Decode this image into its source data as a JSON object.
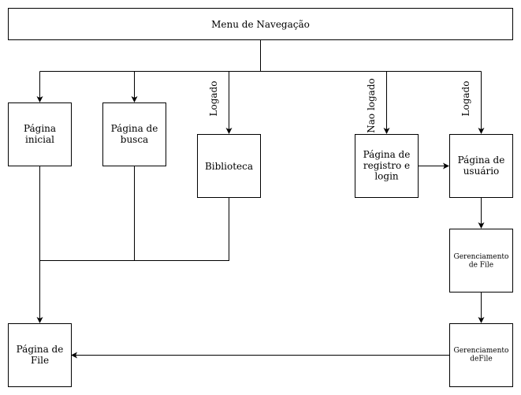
{
  "nodes": {
    "menu": {
      "lines": [
        "Menu de Navegação"
      ]
    },
    "inicial": {
      "lines": [
        "Página",
        "inicial"
      ]
    },
    "busca": {
      "lines": [
        "Página de",
        "busca"
      ]
    },
    "biblioteca": {
      "lines": [
        "Biblioteca"
      ]
    },
    "registro": {
      "lines": [
        "Página de",
        "registro e",
        "login"
      ]
    },
    "usuario": {
      "lines": [
        "Página de",
        "usuário"
      ]
    },
    "gerenciamento1": {
      "lines": [
        "Gerenciamento",
        "de File"
      ]
    },
    "gerenciamento2": {
      "lines": [
        "Gerenciamento",
        "deFile"
      ]
    },
    "file": {
      "lines": [
        "Página de",
        "File"
      ]
    }
  },
  "edge_labels": {
    "biblioteca": "Logado",
    "registro": "Nao logado",
    "usuario": "Logado"
  }
}
